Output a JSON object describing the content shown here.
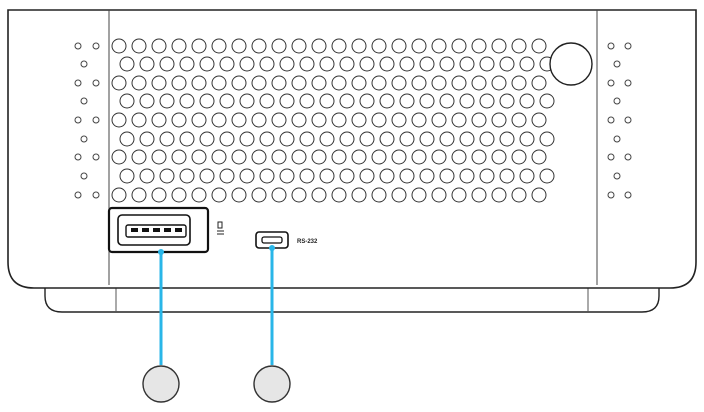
{
  "device": {
    "port_label_rs232": "RS-232"
  },
  "callouts": [
    {
      "port": "usb-a",
      "marker": ""
    },
    {
      "port": "mini-usb-rs232",
      "marker": ""
    }
  ],
  "colors": {
    "outline": "#222222",
    "callout_line": "#29b6e8",
    "callout_circle_fill": "#e6e6e6",
    "callout_circle_stroke": "#333333"
  }
}
